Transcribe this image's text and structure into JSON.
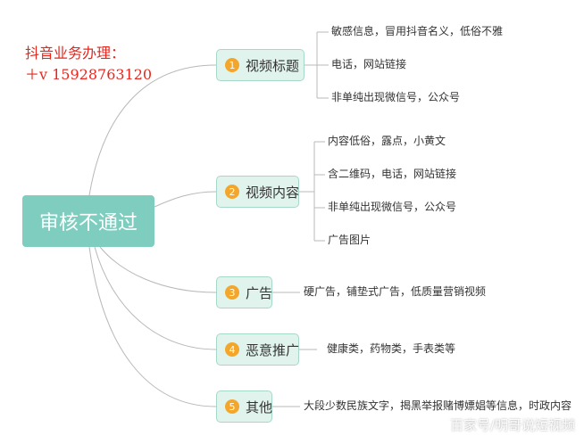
{
  "promo": {
    "line1": "抖音业务办理：",
    "line2": "＋v 15928763120"
  },
  "root": {
    "label": "审核不通过"
  },
  "topics": [
    {
      "num": "1",
      "label": "视频标题",
      "items": [
        "敏感信息，冒用抖音名义，低俗不雅",
        "电话，网站链接",
        "非单纯出现微信号，公众号"
      ]
    },
    {
      "num": "2",
      "label": "视频内容",
      "items": [
        "内容低俗，露点，小黄文",
        "含二维码，电话，网站链接",
        "非单纯出现微信号，公众号",
        "广告图片"
      ]
    },
    {
      "num": "3",
      "label": "广告",
      "items": [
        "硬广告，铺垫式广告，低质量营销视频"
      ]
    },
    {
      "num": "4",
      "label": "恶意推广",
      "items": [
        "健康类，药物类，手表类等"
      ]
    },
    {
      "num": "5",
      "label": "其他",
      "items": [
        "大段少数民族文字，揭黑举报赌博嫖娼等信息，时政内容"
      ]
    }
  ],
  "watermark": {
    "text": "百家号/明哥说短视频"
  },
  "colors": {
    "root_bg": "#7ecdbf",
    "topic_bg": "#e0f3ec",
    "number_bg": "#f4a62a",
    "line": "#b8b8b8",
    "promo_text": "#e8261d"
  }
}
